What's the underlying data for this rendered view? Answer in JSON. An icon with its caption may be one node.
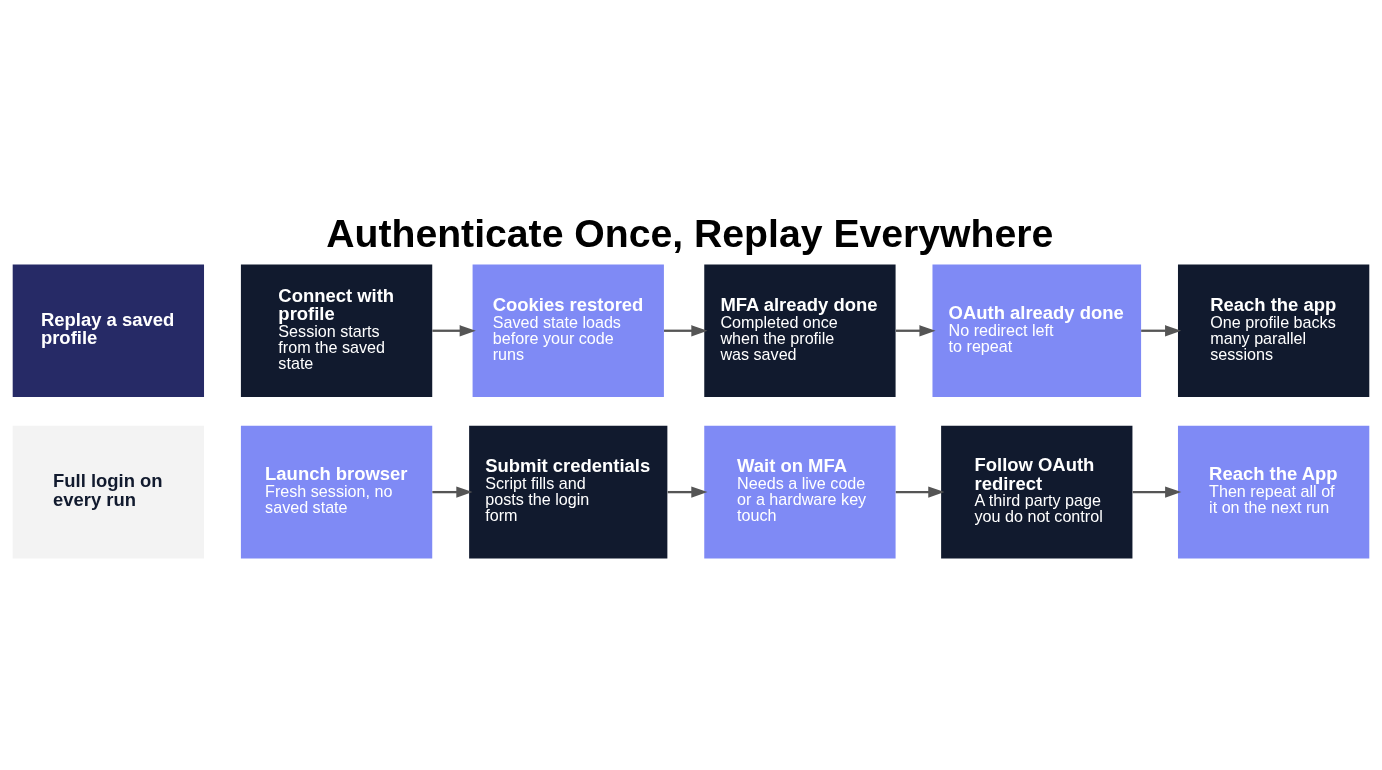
{
  "diagram": {
    "title": "Authenticate Once, Replay Everywhere",
    "nodes": [
      {
        "text": [
          "Full login on every run"
        ]
      },
      {
        "text": [
          "Launch browser",
          "Fresh session, no saved state"
        ]
      },
      {
        "text": [
          "Submit credentials",
          "Script fills and posts the login form"
        ]
      },
      {
        "text": [
          "Wait on MFA",
          "Needs a live code or a hardware key touch"
        ]
      },
      {
        "text": [
          "Follow OAuth redirect",
          "A third party page you do not control"
        ]
      },
      {
        "text": [
          "Reach the App",
          "Then repeat all of it on the next run"
        ]
      },
      {
        "text": [
          "Replay a saved profile"
        ]
      },
      {
        "text": [
          "Connect with profile",
          "Session starts from the saved state"
        ]
      },
      {
        "text": [
          "Cookies restored",
          "Saved state loads before your code runs"
        ]
      },
      {
        "text": [
          "MFA already done",
          "Completed once when the profile was saved"
        ]
      },
      {
        "text": [
          "OAuth already done",
          "No redirect left to repeat"
        ]
      },
      {
        "text": [
          "Reach the app",
          "One profile backs many parallel sessions"
        ]
      }
    ],
    "edges": [
      {
        "from": 1,
        "to": 2,
        "arrow": "to"
      },
      {
        "from": 2,
        "to": 3,
        "arrow": "to"
      },
      {
        "from": 3,
        "to": 4,
        "arrow": "to"
      },
      {
        "from": 4,
        "to": 5,
        "arrow": "to"
      },
      {
        "from": 7,
        "to": 8,
        "arrow": "to"
      },
      {
        "from": 8,
        "to": 9,
        "arrow": "to"
      },
      {
        "from": 9,
        "to": 10,
        "arrow": "to"
      },
      {
        "from": 10,
        "to": 11,
        "arrow": "to"
      }
    ]
  }
}
